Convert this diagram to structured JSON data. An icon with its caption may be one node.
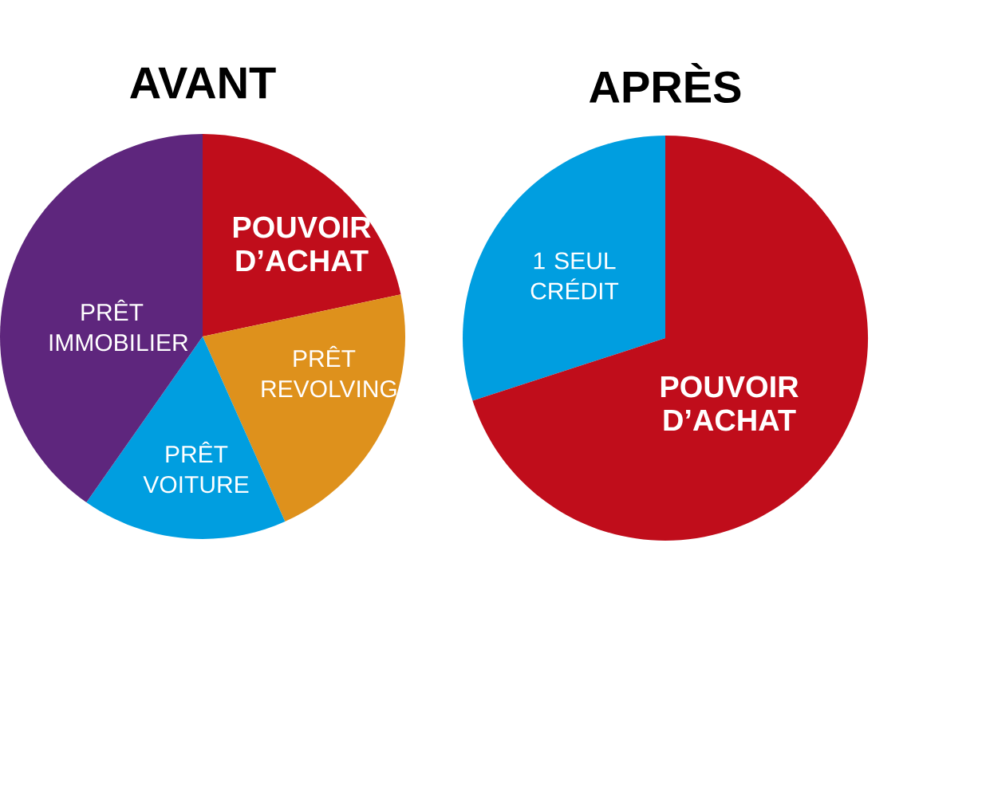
{
  "diagram": {
    "labels": [
      "AVANT",
      "APRÈS",
      "POUVOIR D’ACHAT",
      "1 SEUL CRÉDIT",
      "PRÊT IMMOBILIER",
      "PRÊT REVOLVING",
      "POUVOIR D’ACHAT",
      "PRÊT VOITURE"
    ]
  }
}
